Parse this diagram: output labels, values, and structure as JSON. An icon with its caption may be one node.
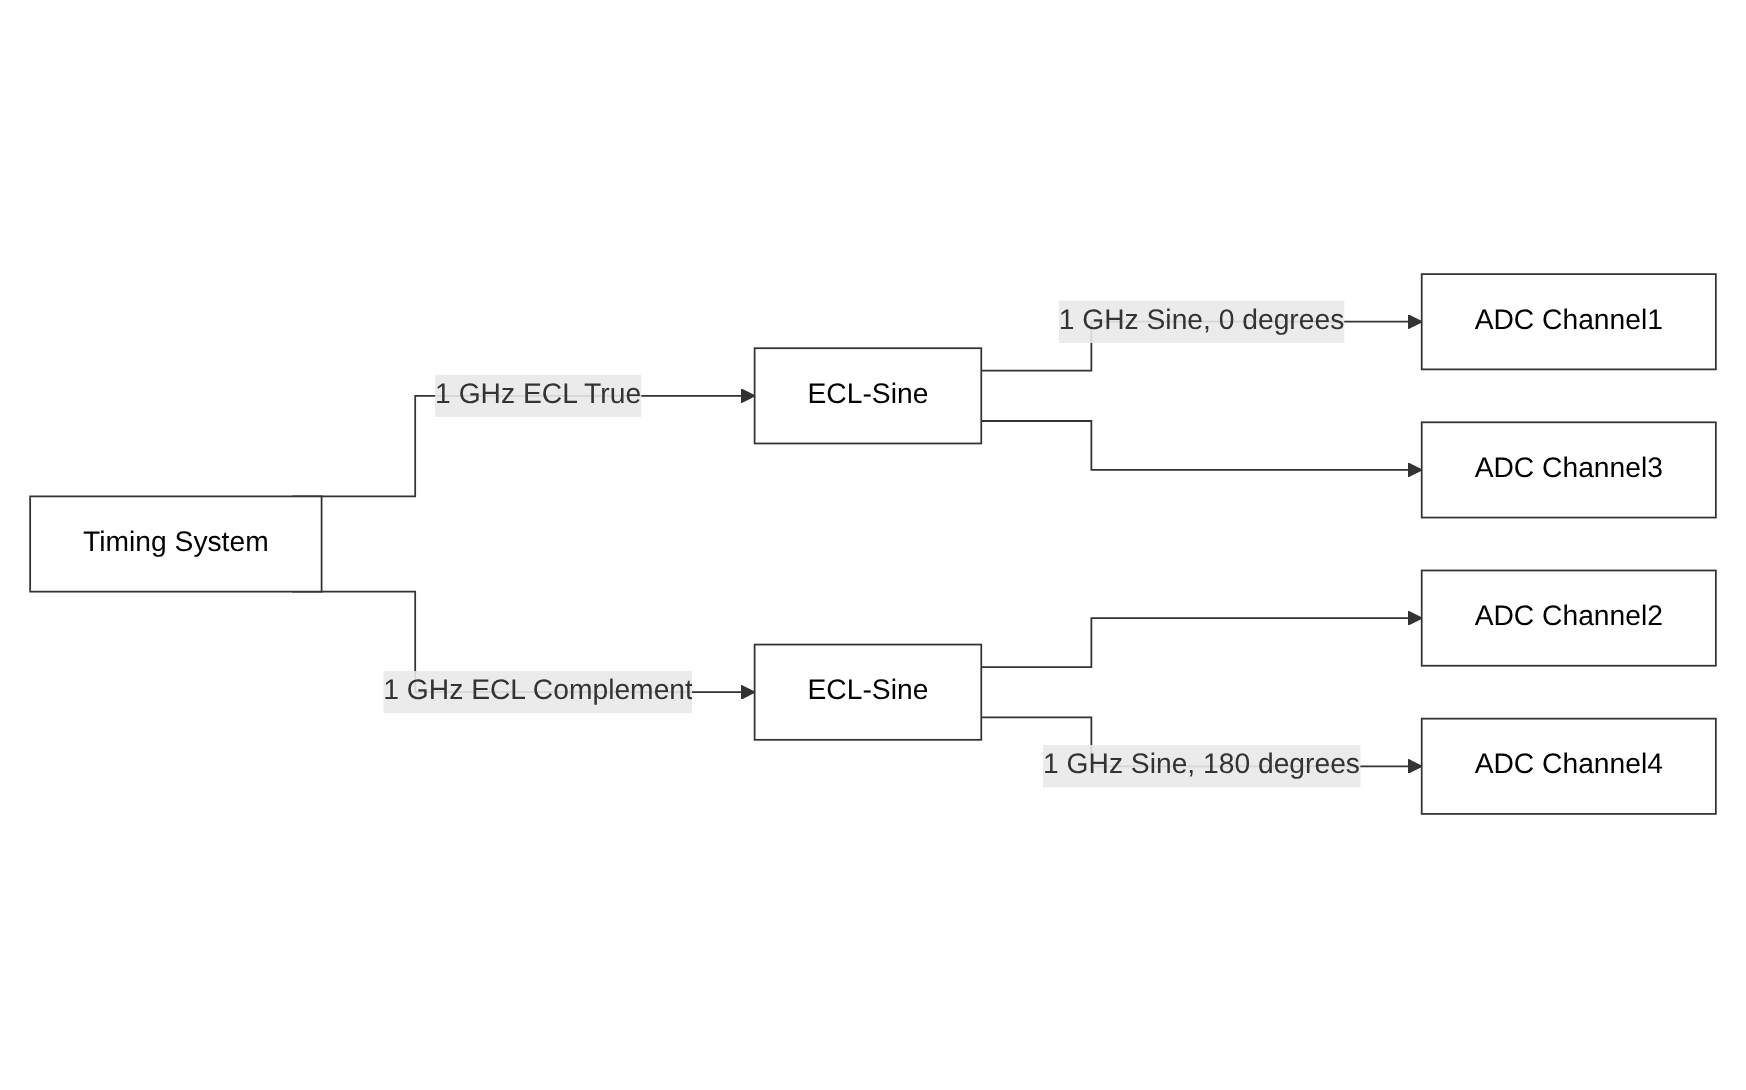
{
  "diagram": {
    "nodes": [
      {
        "text": [
          "Timing System"
        ]
      },
      {
        "text": [
          "ECL-Sine"
        ]
      },
      {
        "text": [
          "ECL-Sine"
        ]
      },
      {
        "text": [
          "ADC Channel1"
        ]
      },
      {
        "text": [
          "ADC Channel2"
        ]
      },
      {
        "text": [
          "ADC Channel3"
        ]
      },
      {
        "text": [
          "ADC Channel4"
        ]
      }
    ],
    "edges": [
      {
        "from": 0,
        "to": 1,
        "arrow": "to",
        "label": "1 GHz ECL True"
      },
      {
        "from": 0,
        "to": 2,
        "arrow": "to",
        "label": "1 GHz ECL Complement"
      },
      {
        "from": 1,
        "to": 3,
        "arrow": "to",
        "label": "1 GHz Sine, 0 degrees"
      },
      {
        "from": 1,
        "to": 5,
        "arrow": "to"
      },
      {
        "from": 2,
        "to": 4,
        "arrow": "to"
      },
      {
        "from": 2,
        "to": 6,
        "arrow": "to",
        "label": "1 GHz Sine, 180 degrees"
      }
    ]
  }
}
